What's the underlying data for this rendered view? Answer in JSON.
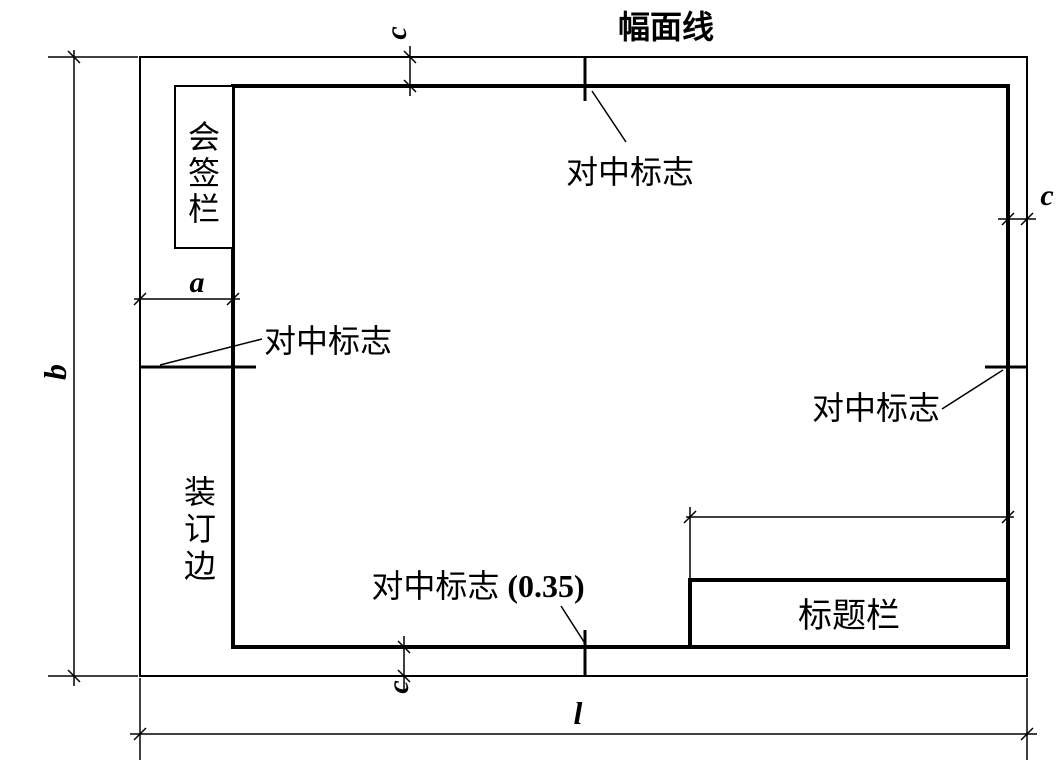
{
  "labels": {
    "sheet_border": "幅面线",
    "countersign_block": "会签栏",
    "binding_edge": "装订边",
    "title_block": "标题栏",
    "center_mark_top": "对中标志",
    "center_mark_left": "对中标志",
    "center_mark_right": "对中标志",
    "center_mark_bottom": "对中标志",
    "center_mark_bottom_value": "(0.35)"
  },
  "dimensions": {
    "a": "a",
    "b": "b",
    "c_top": "c",
    "c_right": "c",
    "c_bottom": "c",
    "l": "l"
  }
}
